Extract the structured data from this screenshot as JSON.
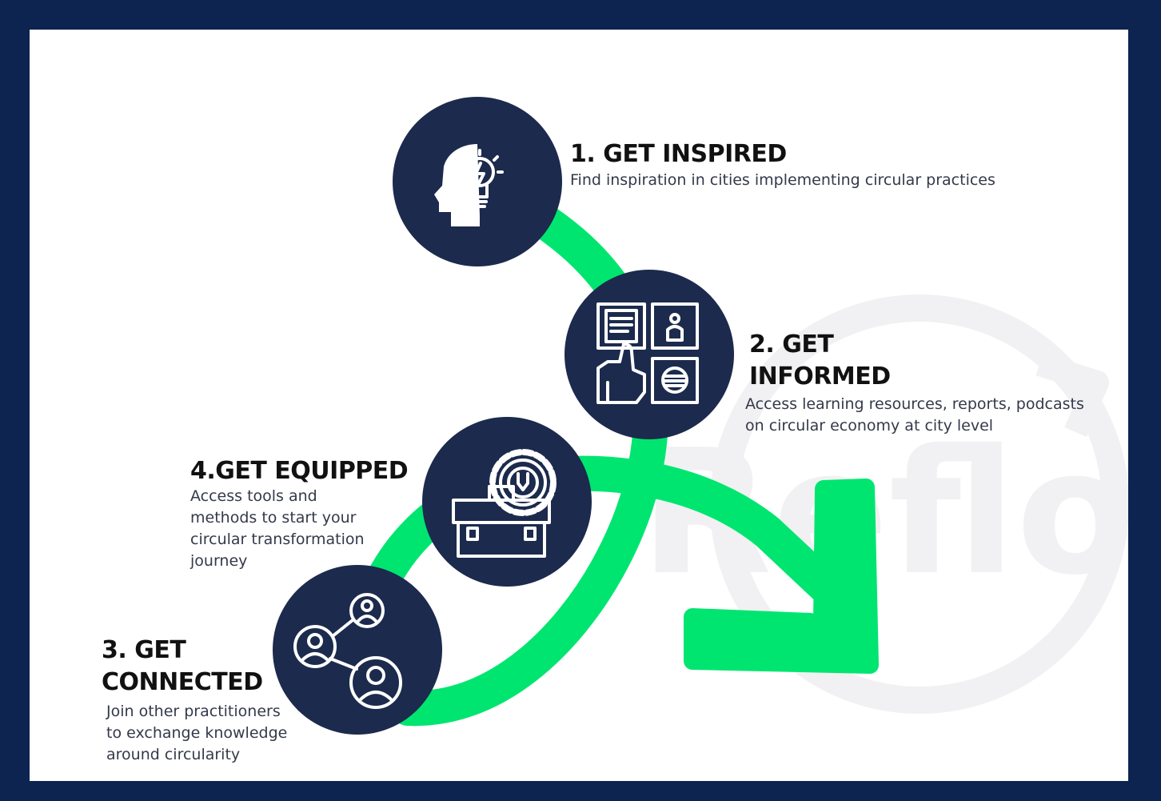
{
  "colors": {
    "border": "#0d2350",
    "background": "#ffffff",
    "circle": "#1c2a4d",
    "path": "#00e56f",
    "icon": "#ffffff",
    "watermark": "#f1f1f3"
  },
  "watermark": {
    "text": "Reflow"
  },
  "steps": [
    {
      "title": "1. GET INSPIRED",
      "description": "Find inspiration in cities implementing circular practices",
      "icon": "lightbulb-head-icon"
    },
    {
      "title_line1": "2. GET",
      "title_line2": "INFORMED",
      "description_line1": "Access learning resources, reports, podcasts",
      "description_line2": "on circular economy at city level",
      "icon": "learning-resources-icon"
    },
    {
      "title_line1": "3. GET",
      "title_line2": "CONNECTED",
      "description_line1": "Join other practitioners",
      "description_line2": "to exchange knowledge",
      "description_line3": "around circularity",
      "icon": "network-people-icon"
    },
    {
      "title": "4.GET EQUIPPED",
      "description_line1": "Access tools and",
      "description_line2": "methods to start your",
      "description_line3": "circular transformation",
      "description_line4": "journey",
      "icon": "toolbox-gear-icon"
    }
  ]
}
